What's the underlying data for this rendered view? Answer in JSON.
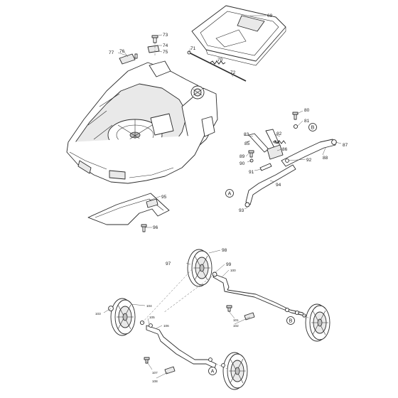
{
  "callouts": {
    "c69": "69",
    "c70": "70",
    "c71": "71",
    "c72": "72",
    "c73": "73",
    "c74": "74",
    "c75": "75",
    "c76": "76",
    "c77": "77",
    "c80": "80",
    "c81": "81",
    "c82": "82",
    "c83": "83",
    "c84": "84",
    "c85": "85",
    "c86": "86",
    "c87": "87",
    "c88": "88",
    "c89": "89",
    "c90": "90",
    "c91": "91",
    "c92": "92",
    "c93": "93",
    "c94": "94",
    "c95": "95",
    "c96": "96",
    "c97": "97",
    "c98": "98",
    "c99": "99",
    "c100": "100",
    "c101": "101",
    "c102": "102",
    "c103": "103",
    "c104": "104",
    "c105": "105",
    "c106": "106",
    "c107": "107",
    "c108": "108"
  },
  "markers": {
    "a": "A",
    "b": "B"
  }
}
